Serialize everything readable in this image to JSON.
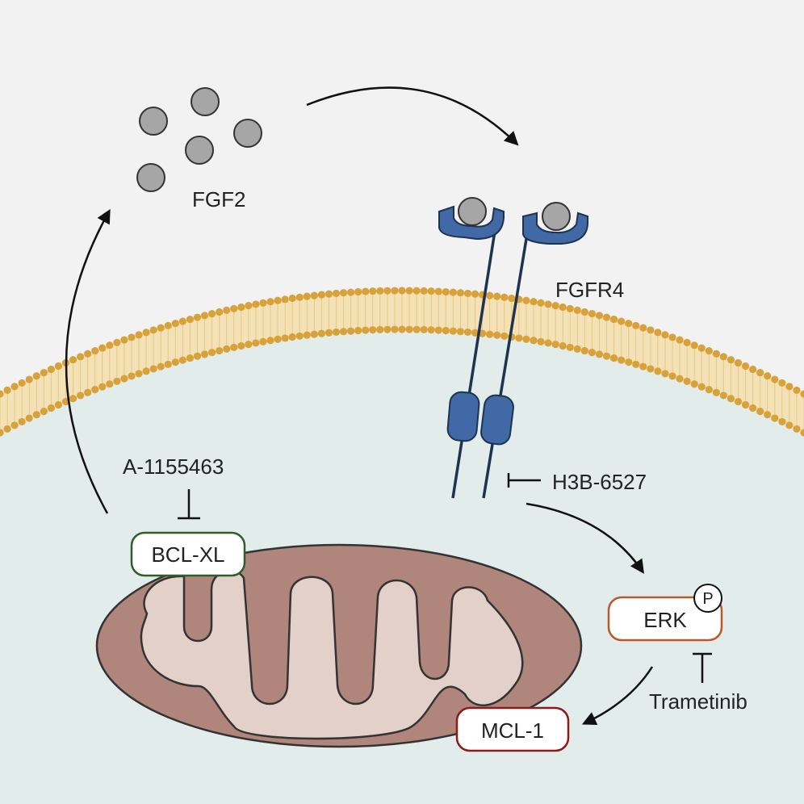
{
  "labels": {
    "ligand": "FGF2",
    "receptor": "FGFR4",
    "receptor_inhibitor": "H3B-6527",
    "bclxl_inhibitor": "A-1155463",
    "bclxl": "BCL-XL",
    "erk": "ERK",
    "phospho": "P",
    "mek_inhibitor": "Trametinib",
    "mcl1": "MCL-1"
  },
  "colors": {
    "extracellular": "#f2f2f2",
    "cytoplasm": "#e2ecea",
    "membrane_head": "#d9a13a",
    "membrane_tail": "#f3e2b8",
    "receptor_fill": "#4169a6",
    "receptor_line": "#1e3350",
    "ligand_fill": "#a6a6a6",
    "mito_outer": "#b0857b",
    "mito_inner": "#e3d0c9",
    "bclxl_border": "#2f5e2a",
    "erk_border": "#b85a28",
    "mcl1_border": "#8b1a1a"
  }
}
